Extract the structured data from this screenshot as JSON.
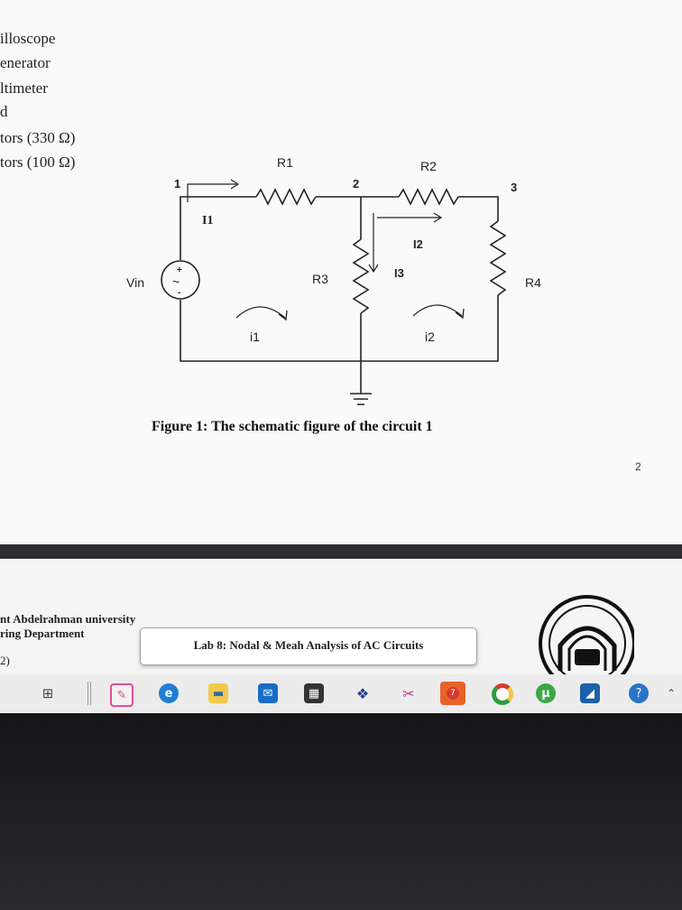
{
  "equipment_list": [
    "illoscope",
    "enerator",
    "ltimeter",
    "d",
    "tors (330 Ω)",
    "tors (100 Ω)"
  ],
  "circuit": {
    "nodes": [
      "1",
      "2",
      "3"
    ],
    "resistors": [
      "R1",
      "R2",
      "R3",
      "R4"
    ],
    "source": "Vin",
    "source_plus": "+",
    "source_minus": "-",
    "source_tilde": "~",
    "branch_currents": [
      "I1",
      "I2",
      "I3"
    ],
    "mesh_currents": [
      "i1",
      "i2"
    ]
  },
  "figure_caption": "Figure 1: The schematic figure of the circuit 1",
  "page_number": "2",
  "footer": {
    "university": "nt Abdelrahman university",
    "department": "ring Department",
    "page_marker": "2)",
    "lab_title": "Lab 8: Nodal & Meah Analysis of AC Circuits"
  },
  "taskbar": {
    "icons": [
      "task-view-icon",
      "bookmark-app-icon",
      "edge-icon",
      "file-explorer-icon",
      "mail-icon",
      "store-icon",
      "dropbox-icon",
      "snip-icon",
      "notification-badge-icon",
      "chrome-icon",
      "utorrent-icon",
      "image-viewer-icon",
      "help-icon",
      "chevron-up-icon"
    ],
    "badge": "7"
  },
  "colors": {
    "accent_orange": "#e8622a",
    "chrome_green": "#2e9c42",
    "edge_blue": "#1f7fd6"
  }
}
